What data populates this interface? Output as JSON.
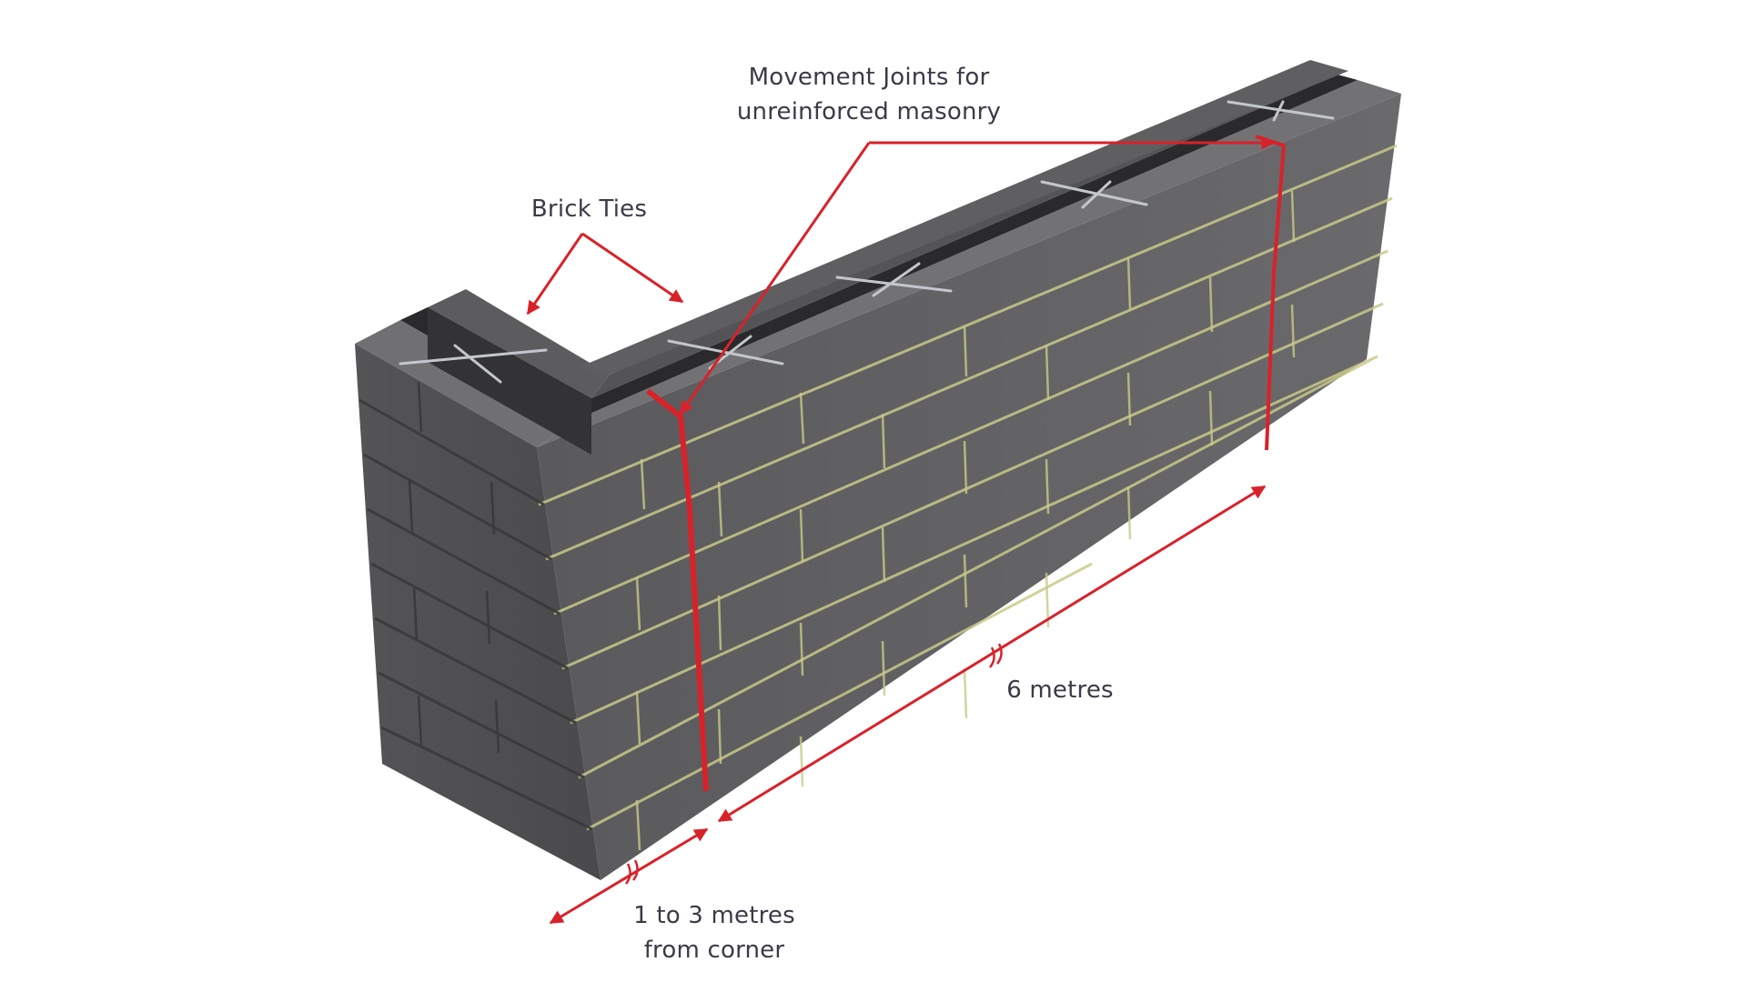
{
  "diagram": {
    "title": "Movement joints in cavity masonry wall",
    "labels": {
      "movement_joints_line1": "Movement Joints for",
      "movement_joints_line2": "unreinforced masonry",
      "brick_ties": "Brick Ties",
      "six_metres": "6 metres",
      "corner_line1": "1 to 3 metres",
      "corner_line2": "from corner"
    },
    "colors": {
      "background": "#ffffff",
      "block_face": "#5e5e60",
      "block_top": "#6c6c6e",
      "block_side": "#4a4a4c",
      "cavity": "#2a2a2c",
      "mortar": "#c9c98a",
      "arrow_red": "#d8222a",
      "text": "#3b3a48",
      "tie_wire": "#bfc3c8"
    },
    "elements": [
      {
        "type": "cavity-wall",
        "description": "L-shaped concrete block cavity wall with corner"
      },
      {
        "type": "brick-tie",
        "count": 5
      },
      {
        "type": "movement-joint",
        "count": 2
      },
      {
        "type": "dimension",
        "value": "6 metres",
        "between": "movement joints"
      },
      {
        "type": "dimension",
        "value": "1 to 3 metres from corner",
        "between": "corner and first joint"
      }
    ]
  }
}
